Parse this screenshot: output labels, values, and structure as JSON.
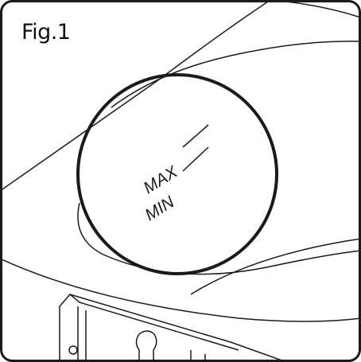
{
  "figure": {
    "label": "Fig.1"
  },
  "reservoir": {
    "max_label": "MAX",
    "min_label": "MIN"
  },
  "colors": {
    "line": "#1a1a1a",
    "background": "#ffffff"
  }
}
